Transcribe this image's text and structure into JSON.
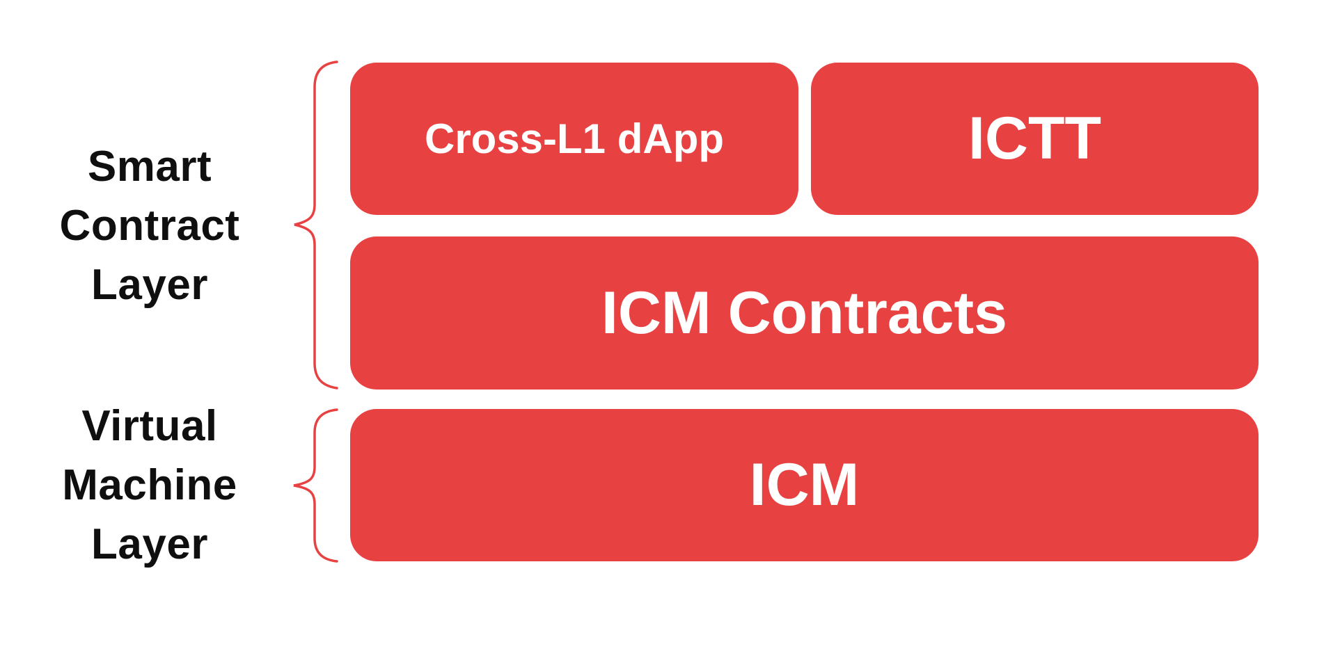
{
  "colors": {
    "background": "#ffffff",
    "box_red": "#e84142",
    "brace_red": "#e84142",
    "label_black": "#0f0f0f",
    "box_text": "#ffffff"
  },
  "labels": {
    "smart_contract_layer": {
      "line1": "Smart",
      "line2": "Contract",
      "line3": "Layer"
    },
    "virtual_machine_layer": {
      "line1": "Virtual",
      "line2": "Machine",
      "line3": "Layer"
    }
  },
  "boxes": {
    "cross_l1_dapp": "Cross-L1 dApp",
    "ictt": "ICTT",
    "icm_contracts": "ICM Contracts",
    "icm": "ICM"
  }
}
